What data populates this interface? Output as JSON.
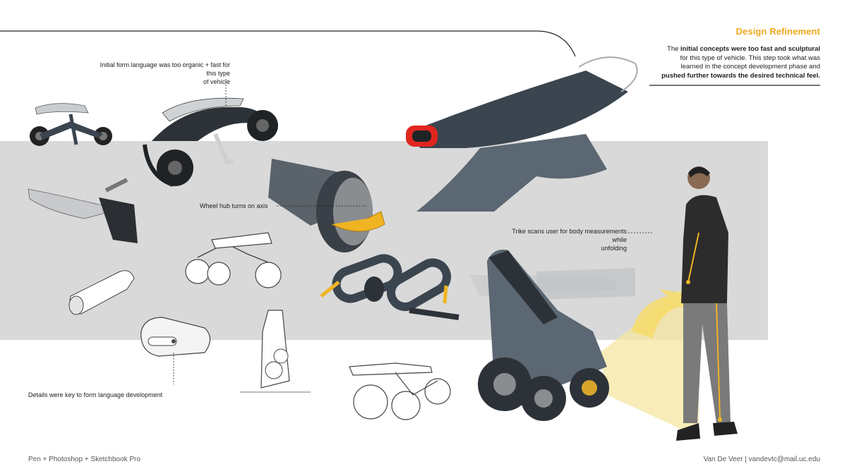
{
  "header": {
    "title": "Design Refinement",
    "intro": {
      "p1": "The ",
      "b1": "initial concepts were too fast and sculptural",
      "p2": " for this type of vehicle. This step took what was learned in the concept development phase and ",
      "b2": "pushed further towards the desired technical feel."
    }
  },
  "annotations": {
    "form_language_line1": "Initial form language was too organic + fast for this type",
    "form_language_line2": "of vehicle",
    "wheel_hub": "Wheel hub turns on axis",
    "trike_scan_line1": "Trike scans user for body measurements while",
    "trike_scan_line2": "unfolding",
    "details": "Details were key to form language development"
  },
  "footer": {
    "tools": "Pen + Photoshop + Sketchbook Pro",
    "credit": "Van De Veer | vandevtc@mail.uc.edu"
  },
  "colors": {
    "accent": "#f0a81c",
    "band": "#d9d9d9",
    "vehicle_dark": "#3b4550",
    "vehicle_mid": "#5b6772",
    "tail_light": "#e0261f",
    "scan_beam": "#f6e7a1"
  }
}
